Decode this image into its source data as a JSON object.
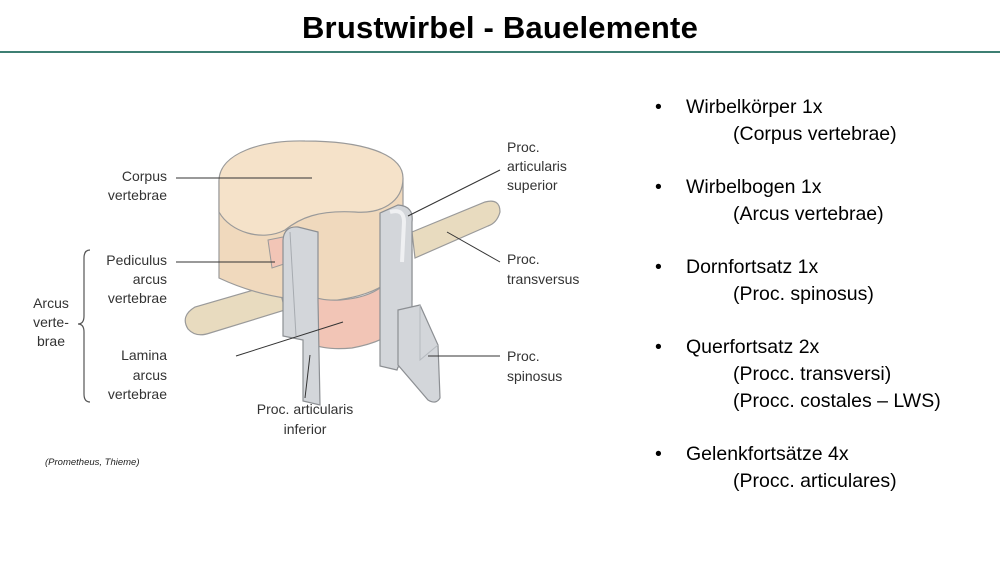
{
  "title": "Brustwirbel - Bauelemente",
  "credit": "(Prometheus, Thieme)",
  "labels": {
    "corpus_1": "Corpus",
    "corpus_2": "vertebrae",
    "pediculus_1": "Pediculus",
    "pediculus_2": "arcus",
    "pediculus_3": "vertebrae",
    "arcus_1": "Arcus",
    "arcus_2": "verte-",
    "arcus_3": "brae",
    "lamina_1": "Lamina",
    "lamina_2": "arcus",
    "lamina_3": "vertebrae",
    "art_inf_1": "Proc. articularis",
    "art_inf_2": "inferior",
    "art_sup_1": "Proc.",
    "art_sup_2": "articularis",
    "art_sup_3": "superior",
    "transversus_1": "Proc.",
    "transversus_2": "transversus",
    "spinosus_1": "Proc.",
    "spinosus_2": "spinosus"
  },
  "items": [
    {
      "bullet": "•",
      "head": "Wirbelkörper 1x",
      "subs": [
        "(Corpus vertebrae)"
      ]
    },
    {
      "bullet": "•",
      "head": "Wirbelbogen 1x",
      "subs": [
        "(Arcus vertebrae)"
      ]
    },
    {
      "bullet": "•",
      "head": "Dornfortsatz 1x",
      "subs": [
        "(Proc. spinosus)"
      ]
    },
    {
      "bullet": "•",
      "head": "Querfortsatz 2x",
      "subs": [
        "(Procc. transversi)",
        "(Procc. costales – LWS)"
      ]
    },
    {
      "bullet": "•",
      "head": "Gelenkfortsätze 4x",
      "subs": [
        "(Procc.  articulares)"
      ]
    }
  ],
  "colors": {
    "accent_rule": "#3d7f73",
    "body_fill": "#f3dfc5",
    "arch_fill": "#f2c5b6",
    "process_fill": "#d3d6da",
    "transverse_fill": "#e8dbbf"
  }
}
